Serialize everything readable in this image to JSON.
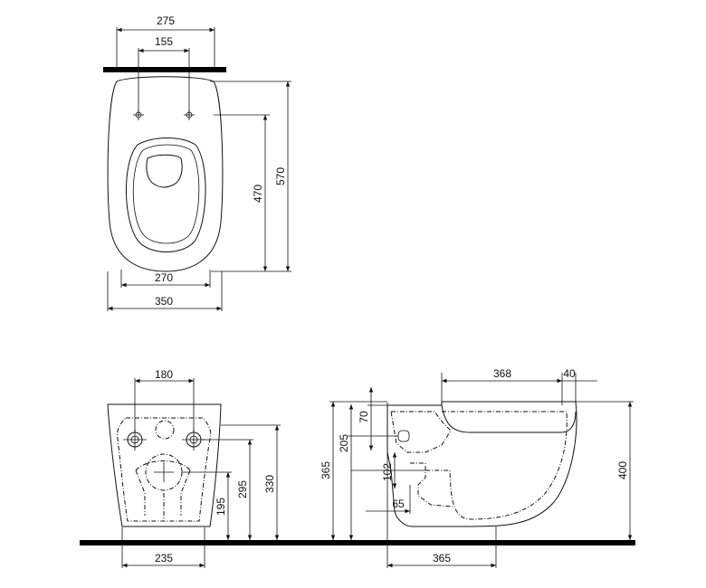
{
  "top_view": {
    "dims": {
      "overall_width": "350",
      "fixing_width": "275",
      "fixing_spacing": "155",
      "inner_width": "270",
      "inner_length": "470",
      "overall_length": "570"
    }
  },
  "front_view": {
    "dims": {
      "fixing_spacing": "180",
      "outlet_height": "195",
      "inlet_height": "295",
      "fixing_height": "330",
      "base_width": "235"
    }
  },
  "side_view": {
    "dims": {
      "depth_top": "368",
      "wall_offset": "40",
      "pipe_drop": "70",
      "inlet_height": "205",
      "overall_height": "365",
      "outlet_offset": "102",
      "outlet_wall": "65",
      "base_depth": "365",
      "rim_height": "400"
    }
  }
}
